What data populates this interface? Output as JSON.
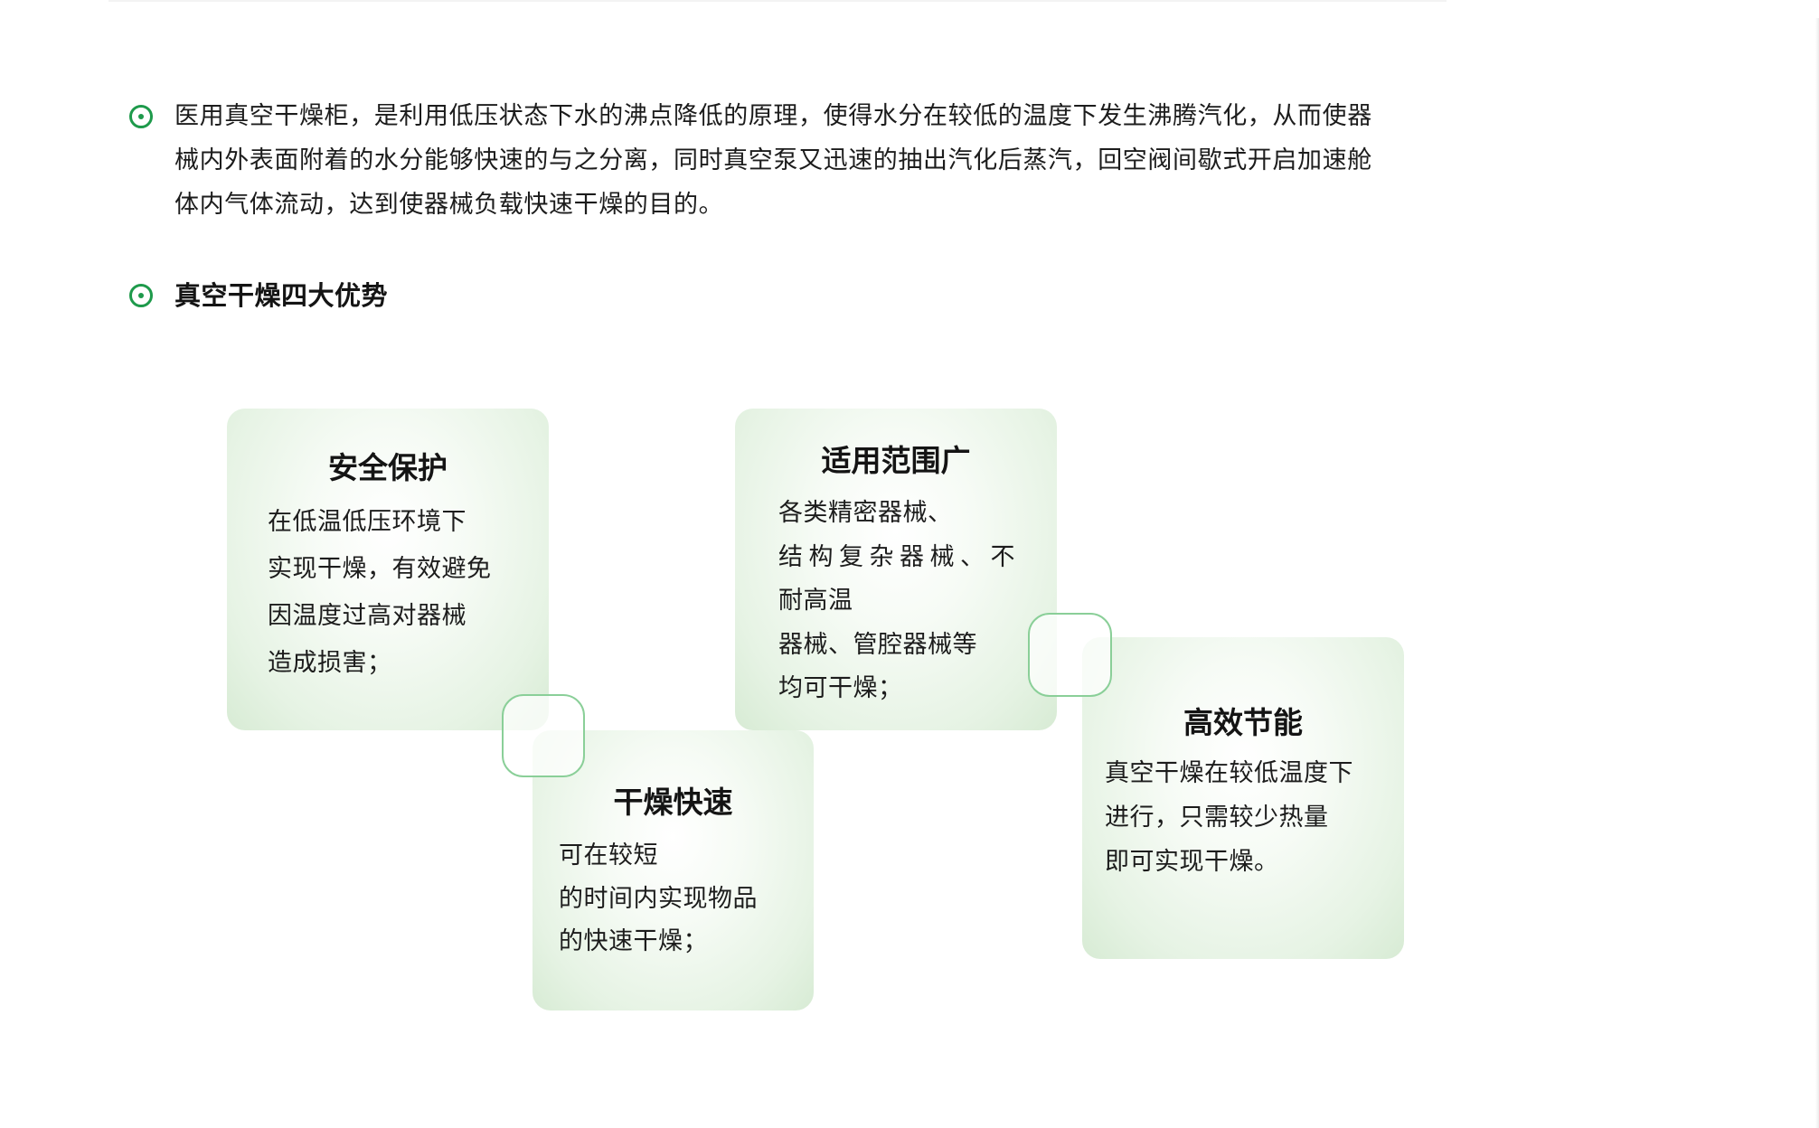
{
  "intro": {
    "bullet_icon": "circle-dot-icon",
    "lines": [
      "医用真空干燥柜，是利用低压状态下水的沸点降低的原理，使得水分在较低的温度下发生沸腾汽化，从而使器",
      "械内外表面附着的水分能够快速的与之分离，同时真空泵又迅速的抽出汽化后蒸汽，回空阀间歇式开启加速舱",
      "体内气体流动，达到使器械负载快速干燥的目的。"
    ]
  },
  "section": {
    "bullet_icon": "circle-dot-icon",
    "title": "真空干燥四大优势"
  },
  "colors": {
    "accent_green": "#1e9a4b",
    "card_edge_green": "#d7ebd4",
    "connector_border": "#8acf98"
  },
  "cards": [
    {
      "title": "安全保护",
      "lines": [
        "在低温低压环境下",
        "实现干燥，有效避免",
        "因温度过高对器械",
        "造成损害；"
      ]
    },
    {
      "title": "干燥快速",
      "lines": [
        "可在较短",
        "的时间内实现物品",
        "的快速干燥；"
      ]
    },
    {
      "title": "适用范围广",
      "lines": [
        "各类精密器械、",
        "结构复杂器械、不",
        "耐高温",
        "器械、管腔器械等",
        "均可干燥；"
      ]
    },
    {
      "title": "高效节能",
      "lines": [
        "真空干燥在较低温度下",
        "进行，只需较少热量",
        "即可实现干燥。"
      ]
    }
  ]
}
